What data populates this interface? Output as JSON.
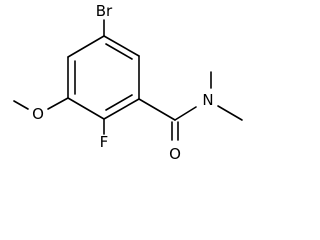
{
  "molecule": {
    "atoms": {
      "bromine": "Br",
      "fluorine": "F",
      "methoxy_oxygen": "O",
      "carbonyl_oxygen": "O",
      "nitrogen": "N"
    }
  }
}
